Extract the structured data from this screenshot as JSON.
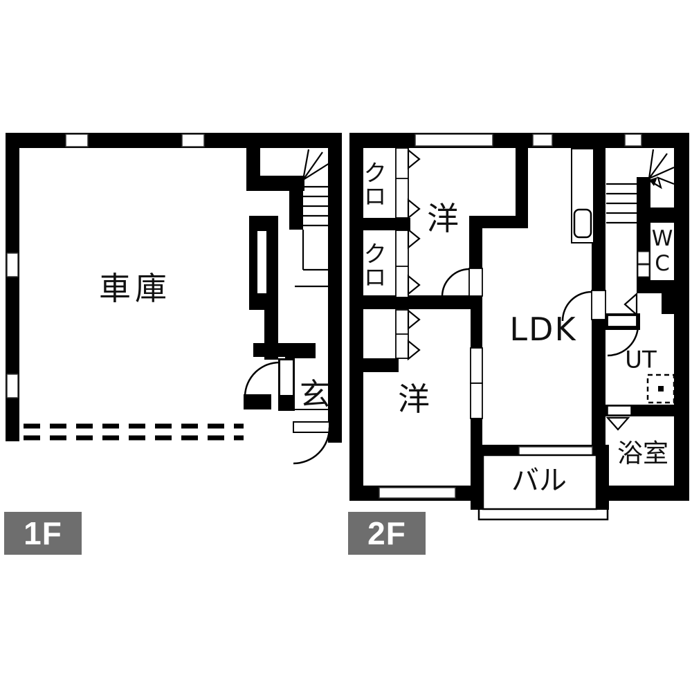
{
  "colors": {
    "wall": "#000000",
    "background": "#ffffff",
    "badge_background": "#6e6e6e",
    "badge_text": "#ffffff"
  },
  "floor1": {
    "badge": "1F",
    "rooms": {
      "garage": "車庫",
      "entrance": "玄"
    }
  },
  "floor2": {
    "badge": "2F",
    "rooms": {
      "closet_upper": "クロ",
      "closet_lower": "クロ",
      "western_upper": "洋",
      "western_lower": "洋",
      "ldk": "LDK",
      "wc": "WC",
      "utility": "UT",
      "bathroom": "浴室",
      "balcony": "バル"
    }
  }
}
